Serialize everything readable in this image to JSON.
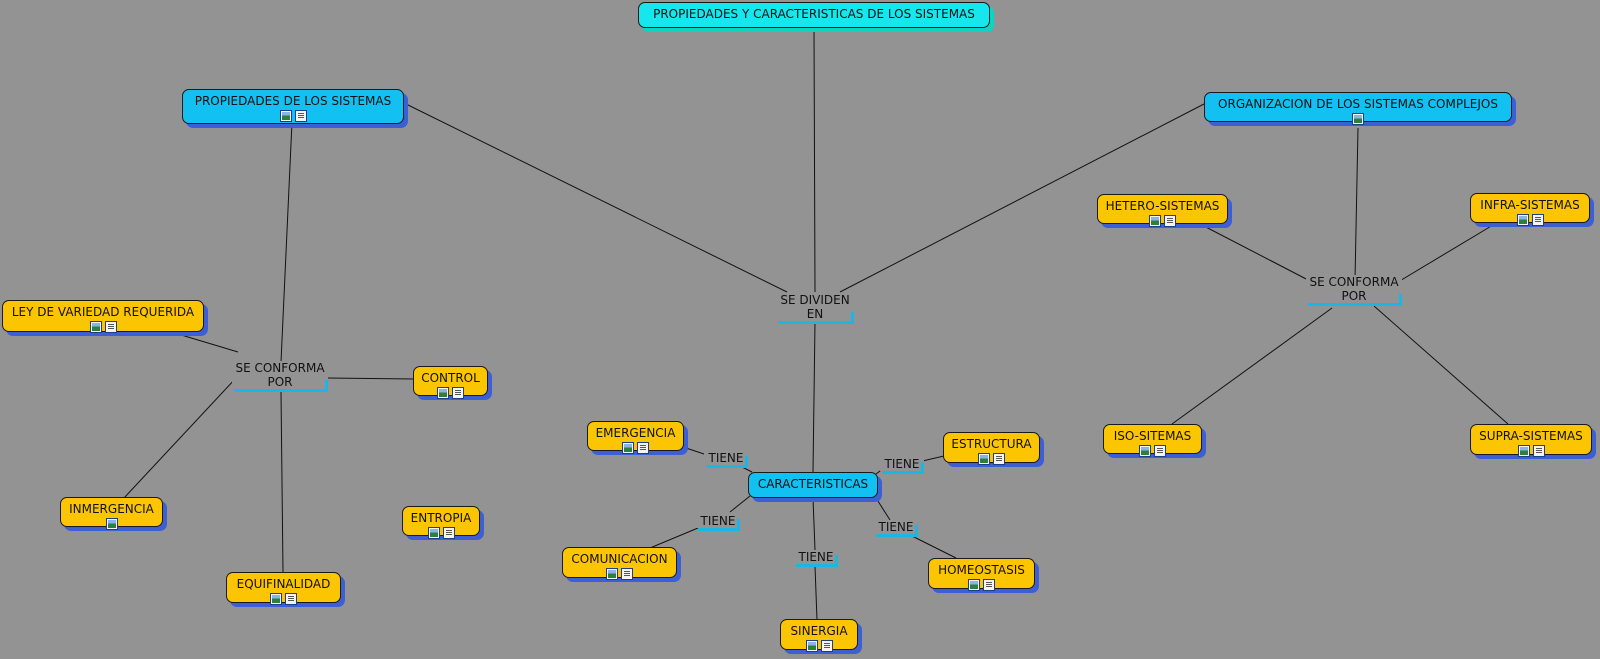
{
  "colors": {
    "background": "#939393",
    "root_node": "#16e7ef",
    "blue_node": "#12c0f2",
    "yellow_node": "#fcc501",
    "link_marker": "#1cb6e4",
    "shadow": "#3d5fd6"
  },
  "concepts": {
    "root": "PROPIEDADES Y CARACTERISTICAS DE LOS SISTEMAS",
    "propiedades": "PROPIEDADES DE LOS SISTEMAS",
    "organizacion": "ORGANIZACION DE LOS SISTEMAS COMPLEJOS",
    "ley": "LEY DE VARIEDAD REQUERIDA",
    "control": "CONTROL",
    "inmergencia": "INMERGENCIA",
    "entropia": "ENTROPIA",
    "equifinalidad": "EQUIFINALIDAD",
    "caracteristicas": "CARACTERISTICAS",
    "emergencia": "EMERGENCIA",
    "estructura": "ESTRUCTURA",
    "comunicacion": "COMUNICACION",
    "homeostasis": "HOMEOSTASIS",
    "sinergia": "SINERGIA",
    "hetero": "HETERO-SISTEMAS",
    "infra": "INFRA-SISTEMAS",
    "iso": "ISO-SITEMAS",
    "supra": "SUPRA-SISTEMAS"
  },
  "linking_phrases": {
    "se_dividen": "SE DIVIDEN EN",
    "se_conforma_left": "SE CONFORMA POR",
    "se_conforma_right": "SE CONFORMA POR",
    "tiene_emergencia": "TIENE",
    "tiene_estructura": "TIENE",
    "tiene_comunicacion": "TIENE",
    "tiene_homeostasis": "TIENE",
    "tiene_sinergia": "TIENE"
  },
  "resource_icons": [
    "image-icon",
    "document-icon"
  ]
}
